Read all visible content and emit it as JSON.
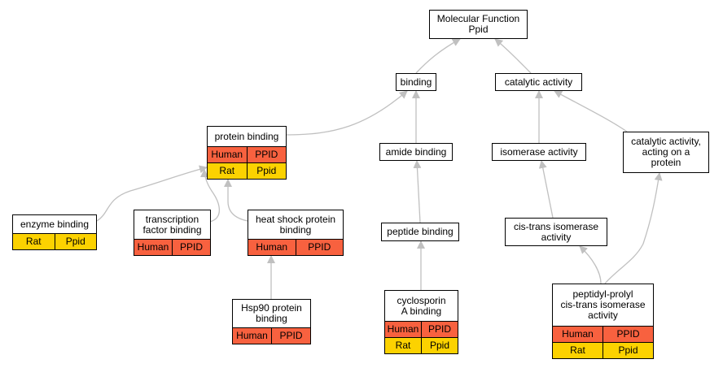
{
  "nodes": {
    "molecular_function": {
      "title": "Molecular Function\nPpid"
    },
    "binding": {
      "title": "binding"
    },
    "catalytic_activity": {
      "title": "catalytic activity"
    },
    "protein_binding": {
      "title": "protein binding",
      "rows": [
        {
          "species": "Human",
          "gene": "PPID"
        },
        {
          "species": "Rat",
          "gene": "Ppid"
        }
      ]
    },
    "amide_binding": {
      "title": "amide binding"
    },
    "isomerase_activity": {
      "title": "isomerase activity"
    },
    "catalytic_activity_on_protein": {
      "title": "catalytic activity,\nacting on a\nprotein"
    },
    "enzyme_binding": {
      "title": "enzyme binding",
      "rows": [
        {
          "species": "Rat",
          "gene": "Ppid"
        }
      ]
    },
    "transcription_factor_binding": {
      "title": "transcription\nfactor binding",
      "rows": [
        {
          "species": "Human",
          "gene": "PPID"
        }
      ]
    },
    "heat_shock_protein_binding": {
      "title": "heat shock protein\nbinding",
      "rows": [
        {
          "species": "Human",
          "gene": "PPID"
        }
      ]
    },
    "peptide_binding": {
      "title": "peptide binding"
    },
    "cis_trans_isomerase_activity": {
      "title": "cis-trans isomerase\nactivity"
    },
    "hsp90_protein_binding": {
      "title": "Hsp90 protein\nbinding",
      "rows": [
        {
          "species": "Human",
          "gene": "PPID"
        }
      ]
    },
    "cyclosporin_a_binding": {
      "title": "cyclosporin\nA binding",
      "rows": [
        {
          "species": "Human",
          "gene": "PPID"
        },
        {
          "species": "Rat",
          "gene": "Ppid"
        }
      ]
    },
    "peptidyl_prolyl_isomerase_activity": {
      "title": "peptidyl-prolyl\ncis-trans isomerase\nactivity",
      "rows": [
        {
          "species": "Human",
          "gene": "PPID"
        },
        {
          "species": "Rat",
          "gene": "Ppid"
        }
      ]
    }
  },
  "edges": [
    {
      "from": "binding",
      "to": "molecular_function"
    },
    {
      "from": "catalytic_activity",
      "to": "molecular_function"
    },
    {
      "from": "protein_binding",
      "to": "binding"
    },
    {
      "from": "amide_binding",
      "to": "binding"
    },
    {
      "from": "isomerase_activity",
      "to": "catalytic_activity"
    },
    {
      "from": "catalytic_activity_on_protein",
      "to": "catalytic_activity"
    },
    {
      "from": "enzyme_binding",
      "to": "protein_binding"
    },
    {
      "from": "transcription_factor_binding",
      "to": "protein_binding"
    },
    {
      "from": "heat_shock_protein_binding",
      "to": "protein_binding"
    },
    {
      "from": "peptide_binding",
      "to": "amide_binding"
    },
    {
      "from": "cis_trans_isomerase_activity",
      "to": "isomerase_activity"
    },
    {
      "from": "hsp90_protein_binding",
      "to": "heat_shock_protein_binding"
    },
    {
      "from": "cyclosporin_a_binding",
      "to": "peptide_binding"
    },
    {
      "from": "peptidyl_prolyl_isomerase_activity",
      "to": "cis_trans_isomerase_activity"
    },
    {
      "from": "peptidyl_prolyl_isomerase_activity",
      "to": "catalytic_activity_on_protein"
    }
  ],
  "colors": {
    "human_row": "#f8613f",
    "rat_row": "#fcd200",
    "edge": "#c0c0c0",
    "border": "#000000"
  }
}
